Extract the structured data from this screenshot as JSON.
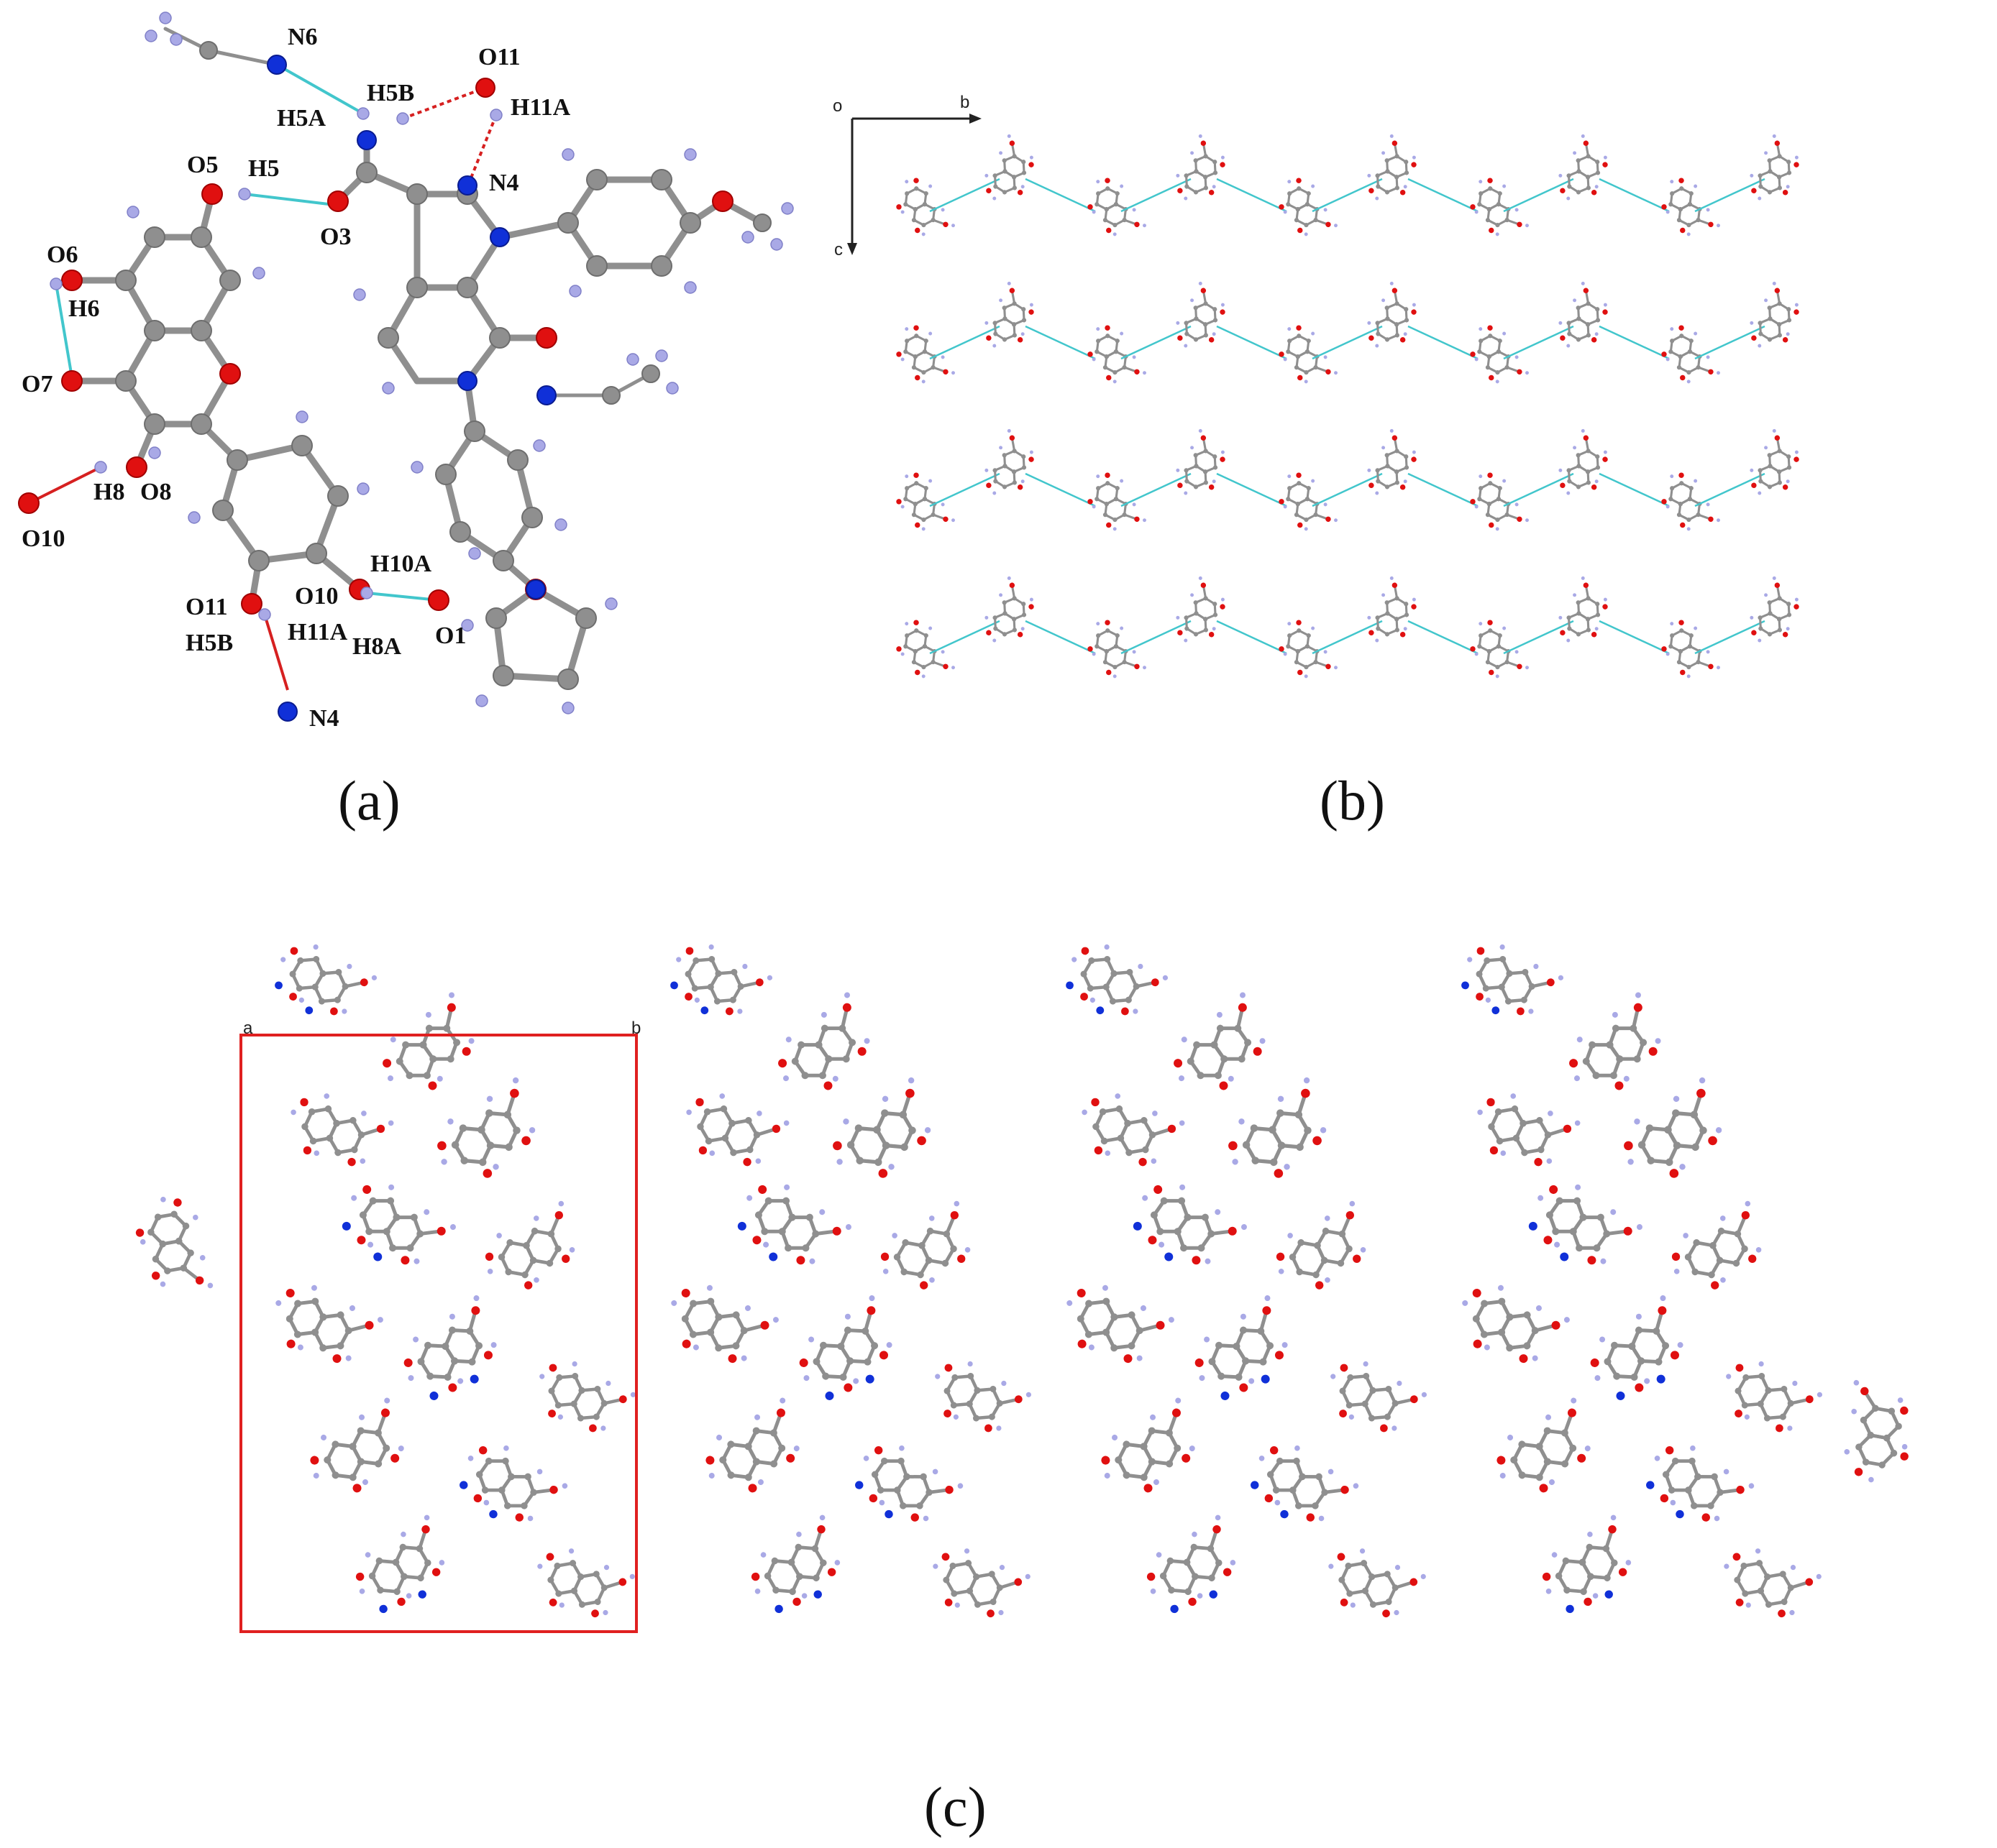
{
  "figure": {
    "panel_captions": [
      "(a)",
      "(b)",
      "(c)"
    ],
    "panel_a": {
      "atom_labels": [
        {
          "id": "N6",
          "text": "N6"
        },
        {
          "id": "O11_top",
          "text": "O11"
        },
        {
          "id": "H5B_top",
          "text": "H5B"
        },
        {
          "id": "H11A_top",
          "text": "H11A"
        },
        {
          "id": "H5A",
          "text": "H5A"
        },
        {
          "id": "O5",
          "text": "O5"
        },
        {
          "id": "H5",
          "text": "H5"
        },
        {
          "id": "N4_top",
          "text": "N4"
        },
        {
          "id": "O3",
          "text": "O3"
        },
        {
          "id": "O6",
          "text": "O6"
        },
        {
          "id": "H6",
          "text": "H6"
        },
        {
          "id": "O7",
          "text": "O7"
        },
        {
          "id": "H8",
          "text": "H8"
        },
        {
          "id": "O8",
          "text": "O8"
        },
        {
          "id": "O10_left",
          "text": "O10"
        },
        {
          "id": "H10A",
          "text": "H10A"
        },
        {
          "id": "O11_bot",
          "text": "O11"
        },
        {
          "id": "O10_mid",
          "text": "O10"
        },
        {
          "id": "H5B_bot",
          "text": "H5B"
        },
        {
          "id": "H11A_bot",
          "text": "H11A"
        },
        {
          "id": "H8A",
          "text": "H8A"
        },
        {
          "id": "O1",
          "text": "O1"
        },
        {
          "id": "N4_bot",
          "text": "N4"
        }
      ]
    },
    "panel_b": {
      "axes": {
        "origin": "o",
        "horizontal": "b",
        "vertical": "c"
      }
    },
    "panel_c": {
      "cell_labels": {
        "corner_left": "a",
        "corner_right": "b"
      }
    },
    "colors": {
      "carbon": "#8f8f8f",
      "oxygen": "#e01010",
      "nitrogen": "#1030d8",
      "hydrogen": "#a9a9e6",
      "hbond_cyan": "#42c6cc",
      "hbond_red": "#d62020",
      "unit_cell": "#e02020"
    }
  }
}
